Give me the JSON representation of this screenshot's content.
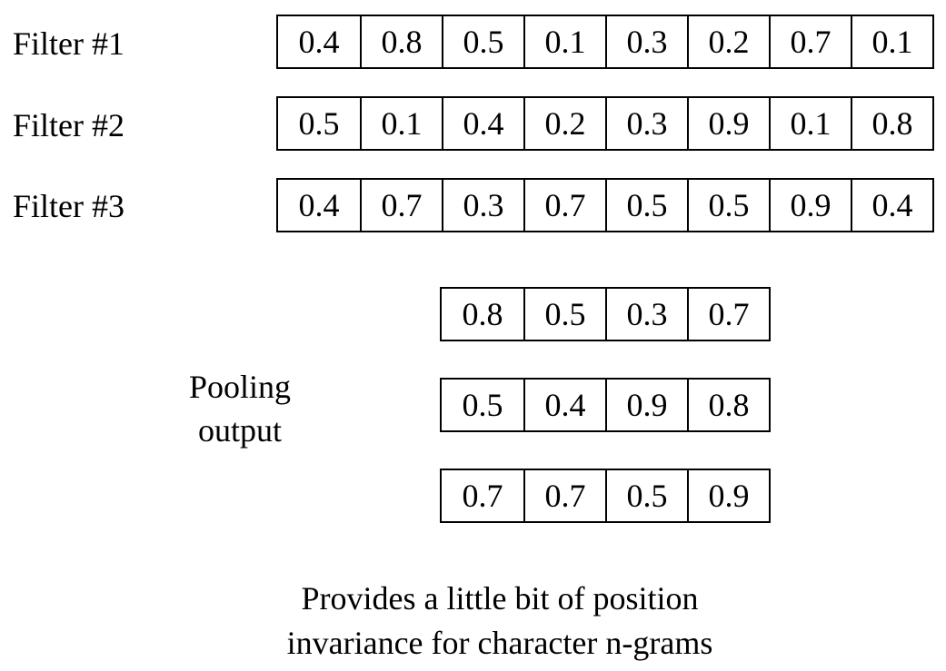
{
  "filters": [
    {
      "label": "Filter #1",
      "values": [
        "0.4",
        "0.8",
        "0.5",
        "0.1",
        "0.3",
        "0.2",
        "0.7",
        "0.1"
      ]
    },
    {
      "label": "Filter #2",
      "values": [
        "0.5",
        "0.1",
        "0.4",
        "0.2",
        "0.3",
        "0.9",
        "0.1",
        "0.8"
      ]
    },
    {
      "label": "Filter #3",
      "values": [
        "0.4",
        "0.7",
        "0.3",
        "0.7",
        "0.5",
        "0.5",
        "0.9",
        "0.4"
      ]
    }
  ],
  "pooling": {
    "label_line1": "Pooling",
    "label_line2": "output",
    "rows": [
      [
        "0.8",
        "0.5",
        "0.3",
        "0.7"
      ],
      [
        "0.5",
        "0.4",
        "0.9",
        "0.8"
      ],
      [
        "0.7",
        "0.7",
        "0.5",
        "0.9"
      ]
    ]
  },
  "caption": {
    "line1": "Provides a little bit of position",
    "line2": "invariance for character n-grams"
  }
}
